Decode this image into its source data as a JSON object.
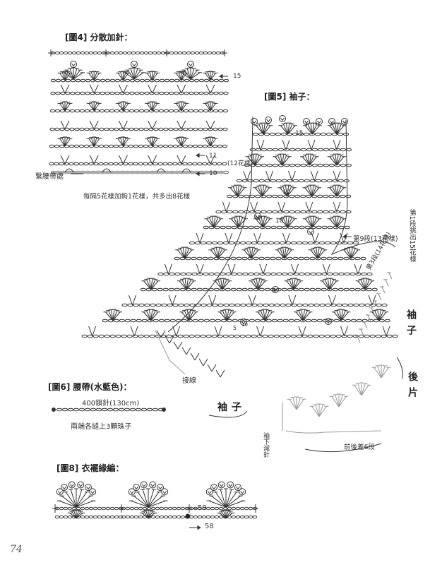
{
  "fig4": {
    "title": "[圖4] 分散加針：",
    "row15": "15",
    "row11": "11",
    "row10": "10",
    "waist_mark": "繫腰帶處",
    "note": "每隔5花樣加鉤1花樣，共多出8花樣"
  },
  "fig5": {
    "title": "[圖5] 袖子：",
    "count12": "(12花樣)",
    "row15": "15",
    "row12": "12",
    "row10": "10",
    "row9_note": "第9段(13花樣)",
    "row3_note": "第3段(14花樣)",
    "row1_note": "第1段挑出15花樣",
    "join": "接線",
    "sleeve_right": "袖子",
    "back_piece": "後片",
    "sleeve_left": "袖子",
    "underarm_dec": "袖下減針",
    "front_back_diff": "前後差6段",
    "circle_10": "10",
    "circle_12": "12",
    "circle_3": "3",
    "circle_5": "5"
  },
  "fig6": {
    "title": "[圖6] 腰帶(水藍色)：",
    "chain_note": "400鎖針(130cm)",
    "bead_note": "兩端各縫上3顆珠子"
  },
  "fig8": {
    "title": "[圖8] 衣襬緣編：",
    "row59": "59",
    "row58": "58"
  },
  "page_number": "74"
}
